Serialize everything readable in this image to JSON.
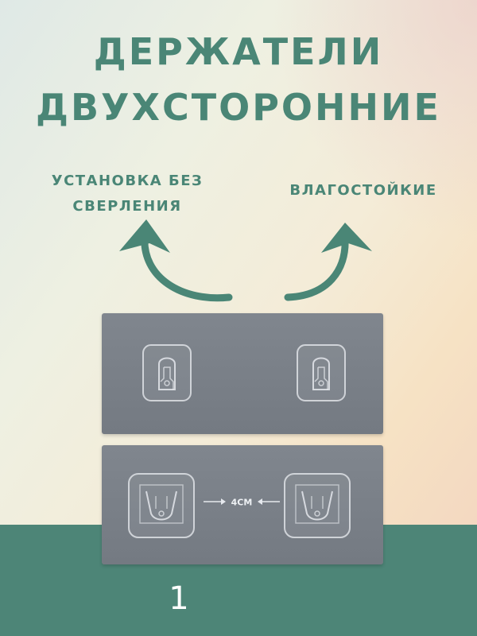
{
  "title": {
    "line1": "ДЕРЖАТЕЛИ",
    "line2": "ДВУХСТОРОННИЕ"
  },
  "features": {
    "left_line1": "УСТАНОВКА БЕЗ",
    "left_line2": "СВЕРЛЕНИЯ",
    "right": "ВЛАГОСТОЙКИЕ"
  },
  "product": {
    "distance_label": "4CM"
  },
  "page_number": "1",
  "colors": {
    "accent_green": "#4a8676",
    "band_green": "#4d8577",
    "panel_gray": "#7a8088"
  },
  "icons": [
    "curved-arrow-up-left-icon",
    "curved-arrow-up-right-icon"
  ]
}
